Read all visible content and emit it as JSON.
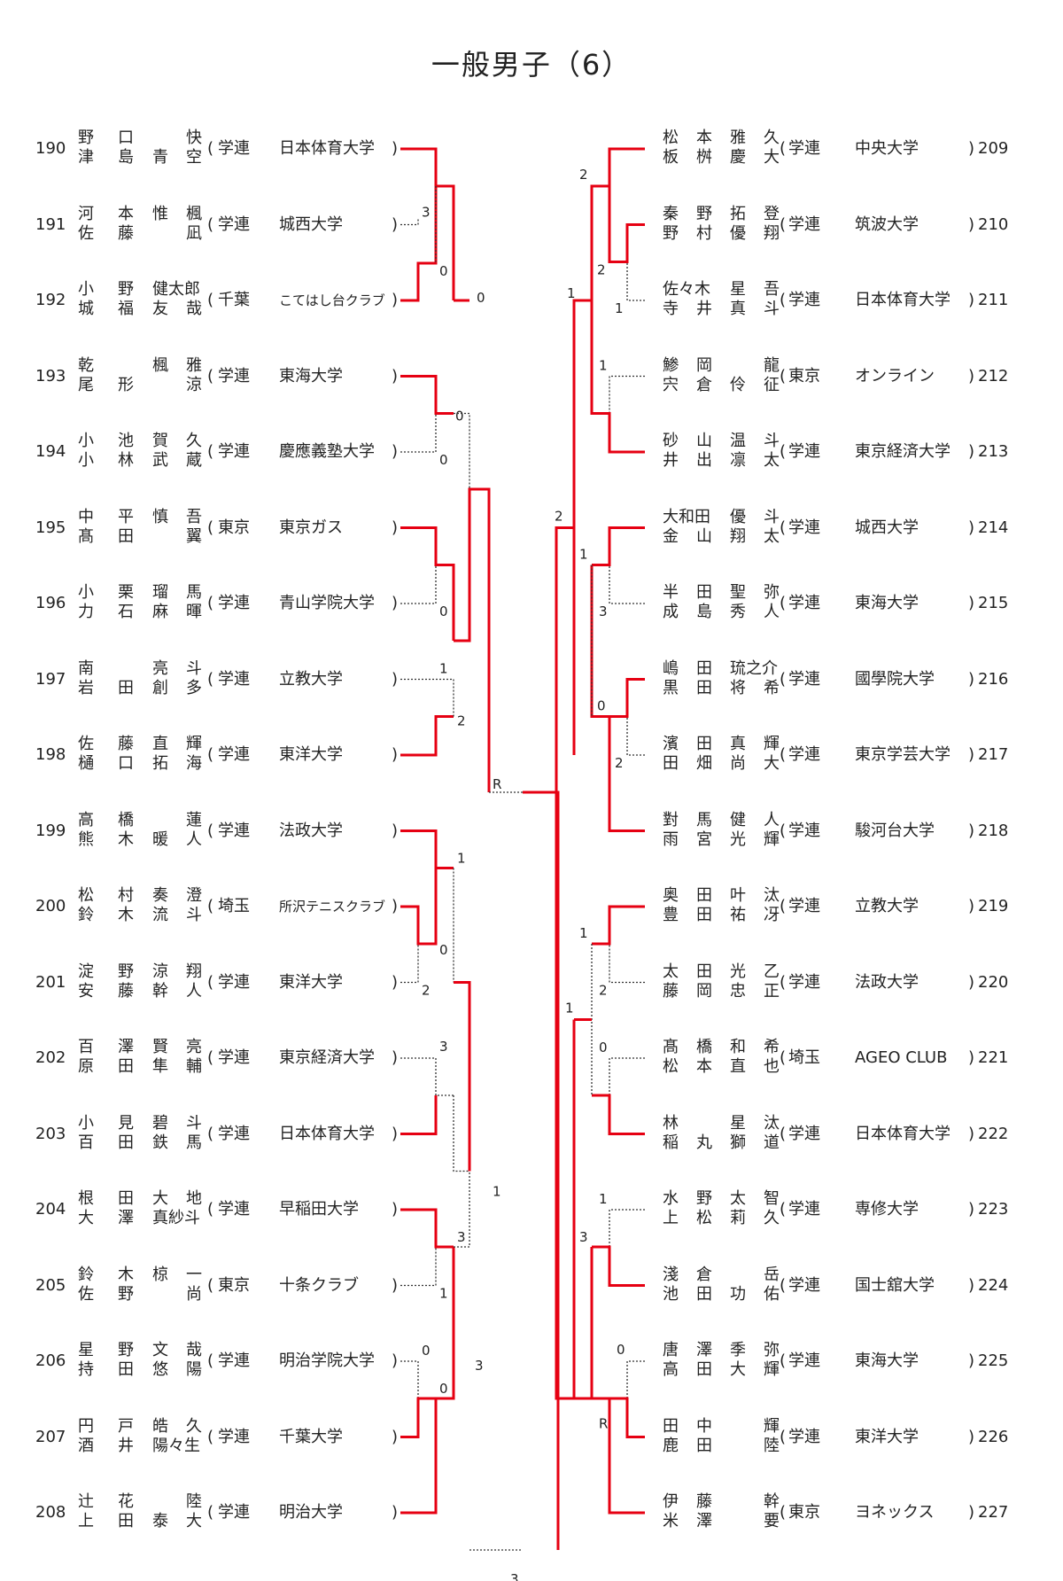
{
  "title": "一般男子（6）",
  "left_entries": [
    {
      "no": "190",
      "p1": [
        "野",
        "口",
        "",
        "快"
      ],
      "p2": [
        "津",
        "島",
        "青",
        "空"
      ],
      "pref": "学連",
      "team": "日本体育大学"
    },
    {
      "no": "191",
      "p1": [
        "河",
        "本",
        "惟",
        "楓"
      ],
      "p2": [
        "佐",
        "藤",
        "",
        "凪"
      ],
      "pref": "学連",
      "team": "城西大学"
    },
    {
      "no": "192",
      "p1": [
        "小",
        "野",
        "健太郎",
        ""
      ],
      "p2": [
        "城",
        "福",
        "友",
        "哉"
      ],
      "pref": "千葉",
      "team": "こてはし台クラブ",
      "small": true
    },
    {
      "no": "193",
      "p1": [
        "乾",
        "",
        "楓",
        "雅"
      ],
      "p2": [
        "尾",
        "形",
        "",
        "涼"
      ],
      "pref": "学連",
      "team": "東海大学"
    },
    {
      "no": "194",
      "p1": [
        "小",
        "池",
        "賀",
        "久"
      ],
      "p2": [
        "小",
        "林",
        "武",
        "蔵"
      ],
      "pref": "学連",
      "team": "慶應義塾大学"
    },
    {
      "no": "195",
      "p1": [
        "中",
        "平",
        "慎",
        "吾"
      ],
      "p2": [
        "髙",
        "田",
        "",
        "翼"
      ],
      "pref": "東京",
      "team": "東京ガス"
    },
    {
      "no": "196",
      "p1": [
        "小",
        "栗",
        "瑠",
        "馬"
      ],
      "p2": [
        "力",
        "石",
        "麻",
        "暉"
      ],
      "pref": "学連",
      "team": "青山学院大学"
    },
    {
      "no": "197",
      "p1": [
        "南",
        "",
        "亮",
        "斗"
      ],
      "p2": [
        "岩",
        "田",
        "創",
        "多"
      ],
      "pref": "学連",
      "team": "立教大学"
    },
    {
      "no": "198",
      "p1": [
        "佐",
        "藤",
        "直",
        "輝"
      ],
      "p2": [
        "樋",
        "口",
        "拓",
        "海"
      ],
      "pref": "学連",
      "team": "東洋大学"
    },
    {
      "no": "199",
      "p1": [
        "高",
        "橋",
        "",
        "蓮"
      ],
      "p2": [
        "熊",
        "木",
        "暖",
        "人"
      ],
      "pref": "学連",
      "team": "法政大学"
    },
    {
      "no": "200",
      "p1": [
        "松",
        "村",
        "奏",
        "澄"
      ],
      "p2": [
        "鈴",
        "木",
        "流",
        "斗"
      ],
      "pref": "埼玉",
      "team": "所沢テニスクラブ",
      "small": true
    },
    {
      "no": "201",
      "p1": [
        "淀",
        "野",
        "涼",
        "翔"
      ],
      "p2": [
        "安",
        "藤",
        "幹",
        "人"
      ],
      "pref": "学連",
      "team": "東洋大学"
    },
    {
      "no": "202",
      "p1": [
        "百",
        "澤",
        "賢",
        "亮"
      ],
      "p2": [
        "原",
        "田",
        "隼",
        "輔"
      ],
      "pref": "学連",
      "team": "東京経済大学"
    },
    {
      "no": "203",
      "p1": [
        "小",
        "見",
        "碧",
        "斗"
      ],
      "p2": [
        "百",
        "田",
        "鉄",
        "馬"
      ],
      "pref": "学連",
      "team": "日本体育大学"
    },
    {
      "no": "204",
      "p1": [
        "根",
        "田",
        "大",
        "地"
      ],
      "p2": [
        "大",
        "澤",
        "真紗斗",
        ""
      ],
      "pref": "学連",
      "team": "早稲田大学"
    },
    {
      "no": "205",
      "p1": [
        "鈴",
        "木",
        "椋",
        "一"
      ],
      "p2": [
        "佐",
        "野",
        "",
        "尚"
      ],
      "pref": "東京",
      "team": "十条クラブ"
    },
    {
      "no": "206",
      "p1": [
        "星",
        "野",
        "文",
        "哉"
      ],
      "p2": [
        "持",
        "田",
        "悠",
        "陽"
      ],
      "pref": "学連",
      "team": "明治学院大学"
    },
    {
      "no": "207",
      "p1": [
        "円",
        "戸",
        "皓",
        "久"
      ],
      "p2": [
        "酒",
        "井",
        "陽々生",
        ""
      ],
      "pref": "学連",
      "team": "千葉大学"
    },
    {
      "no": "208",
      "p1": [
        "辻",
        "花",
        "",
        "陸"
      ],
      "p2": [
        "上",
        "田",
        "泰",
        "大"
      ],
      "pref": "学連",
      "team": "明治大学"
    }
  ],
  "right_entries": [
    {
      "no": "209",
      "p1": [
        "松",
        "本",
        "雅",
        "久"
      ],
      "p2": [
        "板",
        "桝",
        "慶",
        "大"
      ],
      "pref": "学連",
      "team": "中央大学"
    },
    {
      "no": "210",
      "p1": [
        "秦",
        "野",
        "拓",
        "登"
      ],
      "p2": [
        "野",
        "村",
        "優",
        "翔"
      ],
      "pref": "学連",
      "team": "筑波大学"
    },
    {
      "no": "211",
      "p1": [
        "佐々木",
        "",
        "星",
        "吾"
      ],
      "p2": [
        "寺",
        "井",
        "真",
        "斗"
      ],
      "pref": "学連",
      "team": "日本体育大学"
    },
    {
      "no": "212",
      "p1": [
        "鯵",
        "岡",
        "",
        "龍"
      ],
      "p2": [
        "宍",
        "倉",
        "伶",
        "征"
      ],
      "pref": "東京",
      "team": "オンライン"
    },
    {
      "no": "213",
      "p1": [
        "砂",
        "山",
        "温",
        "斗"
      ],
      "p2": [
        "井",
        "出",
        "凛",
        "太"
      ],
      "pref": "学連",
      "team": "東京経済大学"
    },
    {
      "no": "214",
      "p1": [
        "大和田",
        "",
        "優",
        "斗"
      ],
      "p2": [
        "金",
        "山",
        "翔",
        "太"
      ],
      "pref": "学連",
      "team": "城西大学"
    },
    {
      "no": "215",
      "p1": [
        "半",
        "田",
        "聖",
        "弥"
      ],
      "p2": [
        "成",
        "島",
        "秀",
        "人"
      ],
      "pref": "学連",
      "team": "東海大学"
    },
    {
      "no": "216",
      "p1": [
        "嶋",
        "田",
        "琉之介",
        ""
      ],
      "p2": [
        "黒",
        "田",
        "将",
        "希"
      ],
      "pref": "学連",
      "team": "國學院大学"
    },
    {
      "no": "217",
      "p1": [
        "濱",
        "田",
        "真",
        "輝"
      ],
      "p2": [
        "田",
        "畑",
        "尚",
        "大"
      ],
      "pref": "学連",
      "team": "東京学芸大学"
    },
    {
      "no": "218",
      "p1": [
        "對",
        "馬",
        "健",
        "人"
      ],
      "p2": [
        "雨",
        "宮",
        "光",
        "輝"
      ],
      "pref": "学連",
      "team": "駿河台大学"
    },
    {
      "no": "219",
      "p1": [
        "奥",
        "田",
        "叶",
        "汰"
      ],
      "p2": [
        "豊",
        "田",
        "祐",
        "冴"
      ],
      "pref": "学連",
      "team": "立教大学"
    },
    {
      "no": "220",
      "p1": [
        "太",
        "田",
        "光",
        "乙"
      ],
      "p2": [
        "藤",
        "岡",
        "忠",
        "正"
      ],
      "pref": "学連",
      "team": "法政大学"
    },
    {
      "no": "221",
      "p1": [
        "髙",
        "橋",
        "和",
        "希"
      ],
      "p2": [
        "松",
        "本",
        "直",
        "也"
      ],
      "pref": "埼玉",
      "team": "AGEO CLUB"
    },
    {
      "no": "222",
      "p1": [
        "林",
        "",
        "星",
        "汰"
      ],
      "p2": [
        "稲",
        "丸",
        "獅",
        "道"
      ],
      "pref": "学連",
      "team": "日本体育大学"
    },
    {
      "no": "223",
      "p1": [
        "水",
        "野",
        "太",
        "智"
      ],
      "p2": [
        "上",
        "松",
        "莉",
        "久"
      ],
      "pref": "学連",
      "team": "専修大学"
    },
    {
      "no": "224",
      "p1": [
        "淺",
        "倉",
        "",
        "岳"
      ],
      "p2": [
        "池",
        "田",
        "功",
        "佑"
      ],
      "pref": "学連",
      "team": "国士舘大学"
    },
    {
      "no": "225",
      "p1": [
        "唐",
        "澤",
        "季",
        "弥"
      ],
      "p2": [
        "高",
        "田",
        "大",
        "輝"
      ],
      "pref": "学連",
      "team": "東海大学"
    },
    {
      "no": "226",
      "p1": [
        "田",
        "中",
        "",
        "輝"
      ],
      "p2": [
        "鹿",
        "田",
        "",
        "陸"
      ],
      "pref": "学連",
      "team": "東洋大学"
    },
    {
      "no": "227",
      "p1": [
        "伊",
        "藤",
        "",
        "幹"
      ],
      "p2": [
        "米",
        "澤",
        "",
        "要"
      ],
      "pref": "東京",
      "team": "ヨネックス"
    }
  ],
  "scores": [
    "3",
    "0",
    "0",
    "0",
    "0",
    "0",
    "1",
    "2",
    "1",
    "0",
    "2",
    "3",
    "1",
    "3",
    "1",
    "0",
    "0",
    "3",
    "R",
    "3",
    "2",
    "2",
    "1",
    "1",
    "1",
    "1",
    "3",
    "0",
    "2",
    "2",
    "1",
    "2",
    "0",
    "1",
    "1",
    "3",
    "0",
    "R",
    "1"
  ],
  "accent_color": "#e60012",
  "line_color": "#333333"
}
